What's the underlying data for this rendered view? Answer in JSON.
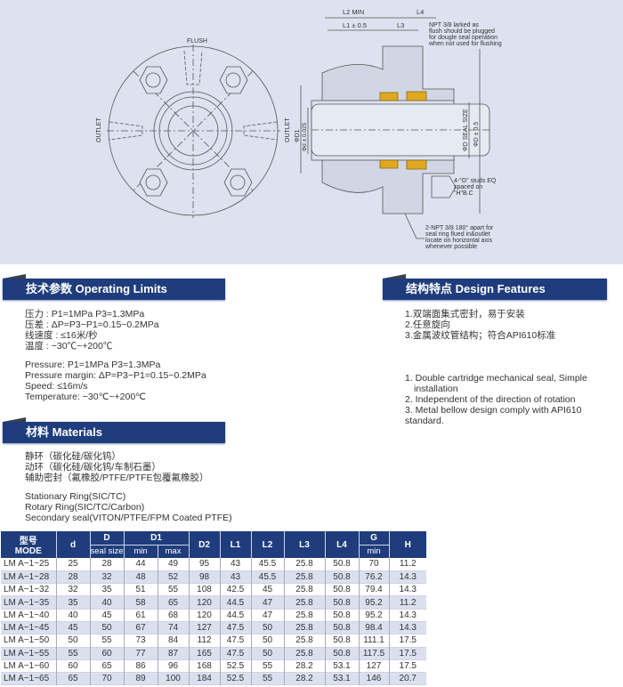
{
  "drawing": {
    "flush": "FLUSH",
    "outlet_left": "OUTLET",
    "outlet_right": "OUTLET",
    "d1": "ΦD1",
    "d": "Φd ± 0.025",
    "l2": "L2 MIN",
    "l4": "L4",
    "l1": "L1 ± 0.5",
    "l3": "L3",
    "seal_size": "ΦD SEAL SIZE",
    "d_tol": "ΦD ± 0.5",
    "note_top": [
      "NPT 3/8 larked as",
      "flush should be plugged",
      "for dougle seal operation",
      "when not used for flushing"
    ],
    "note_studs": [
      "4-\"G\" studs EQ",
      "spaced on",
      "\"H\"B.C"
    ],
    "note_bottom": [
      "2-NPT 3/8 180°  apart for",
      "seal ring flued in&outlet",
      "locate on horizontal axis",
      "whenever possible"
    ],
    "colors": {
      "bg": "#dce2ef",
      "line": "#555",
      "face": "#e0a820"
    }
  },
  "operating": {
    "title": "技术参数 Operating Limits",
    "cn": [
      "压力 : P1=1MPa P3=1.3MPa",
      "压差 : ΔP=P3−P1=0.15~0.2MPa",
      "线速度 : ≤16米/秒",
      "温度 : −30℃~+200℃"
    ],
    "en": [
      "Pressure: P1=1MPa P3=1.3MPa",
      "Pressure margin: ΔP=P3−P1=0.15~0.2MPa",
      "Speed: ≤16m/s",
      "Temperature: −30℃~+200℃"
    ]
  },
  "materials": {
    "title": "材料 Materials",
    "cn": [
      "静环（碳化硅/碳化钨）",
      "动环（碳化硅/碳化钨/车制石墨）",
      "辅助密封（氟橡胶/PTFE/PTFE包覆氟橡胶）"
    ],
    "en": [
      "Stationary Ring(SIC/TC)",
      "Rotary Ring(SIC/TC/Carbon)",
      "Secondary seal(VITON/PTFE/FPM Coated PTFE)"
    ]
  },
  "features": {
    "title": "结构特点 Design Features",
    "cn": [
      "1.双端面集式密封，易于安装",
      "2.任意旋向",
      "3.金属波纹管结构；符合API610标准"
    ],
    "en": [
      "1. Double cartridge mechanical seal, Simple",
      "installation",
      "2. Independent of the direction of rotation",
      "3. Metal bellow design comply with API610 standard."
    ]
  },
  "table": {
    "headers": {
      "model_cn": "型号",
      "model_en": "MODE",
      "d": "d",
      "D": "D",
      "D_sub": "seal size",
      "D1": "D1",
      "D1_min": "min",
      "D1_max": "max",
      "D2": "D2",
      "L1": "L1",
      "L2": "L2",
      "L3": "L3",
      "L4": "L4",
      "G": "G",
      "G_sub": "min",
      "H": "H"
    },
    "rows": [
      [
        "LM A−1−25",
        "25",
        "28",
        "44",
        "49",
        "95",
        "43",
        "45.5",
        "25.8",
        "50.8",
        "70",
        "11.2"
      ],
      [
        "LM A−1−28",
        "28",
        "32",
        "48",
        "52",
        "98",
        "43",
        "45.5",
        "25.8",
        "50.8",
        "76.2",
        "14.3"
      ],
      [
        "LM A−1−32",
        "32",
        "35",
        "51",
        "55",
        "108",
        "42.5",
        "45",
        "25.8",
        "50.8",
        "79.4",
        "14.3"
      ],
      [
        "LM A−1−35",
        "35",
        "40",
        "58",
        "65",
        "120",
        "44.5",
        "47",
        "25.8",
        "50.8",
        "95.2",
        "11.2"
      ],
      [
        "LM A−1−40",
        "40",
        "45",
        "61",
        "68",
        "120",
        "44.5",
        "47",
        "25.8",
        "50.8",
        "95.2",
        "14.3"
      ],
      [
        "LM A−1−45",
        "45",
        "50",
        "67",
        "74",
        "127",
        "47.5",
        "50",
        "25.8",
        "50.8",
        "98.4",
        "14.3"
      ],
      [
        "LM A−1−50",
        "50",
        "55",
        "73",
        "84",
        "112",
        "47.5",
        "50",
        "25.8",
        "50.8",
        "111.1",
        "17.5"
      ],
      [
        "LM A−1−55",
        "55",
        "60",
        "77",
        "87",
        "165",
        "47.5",
        "50",
        "25.8",
        "50.8",
        "117.5",
        "17.5"
      ],
      [
        "LM A−1−60",
        "60",
        "65",
        "86",
        "96",
        "168",
        "52.5",
        "55",
        "28.2",
        "53.1",
        "127",
        "17.5"
      ],
      [
        "LM A−1−65",
        "65",
        "70",
        "89",
        "100",
        "184",
        "52.5",
        "55",
        "28.2",
        "53.1",
        "146",
        "20.7"
      ]
    ]
  }
}
